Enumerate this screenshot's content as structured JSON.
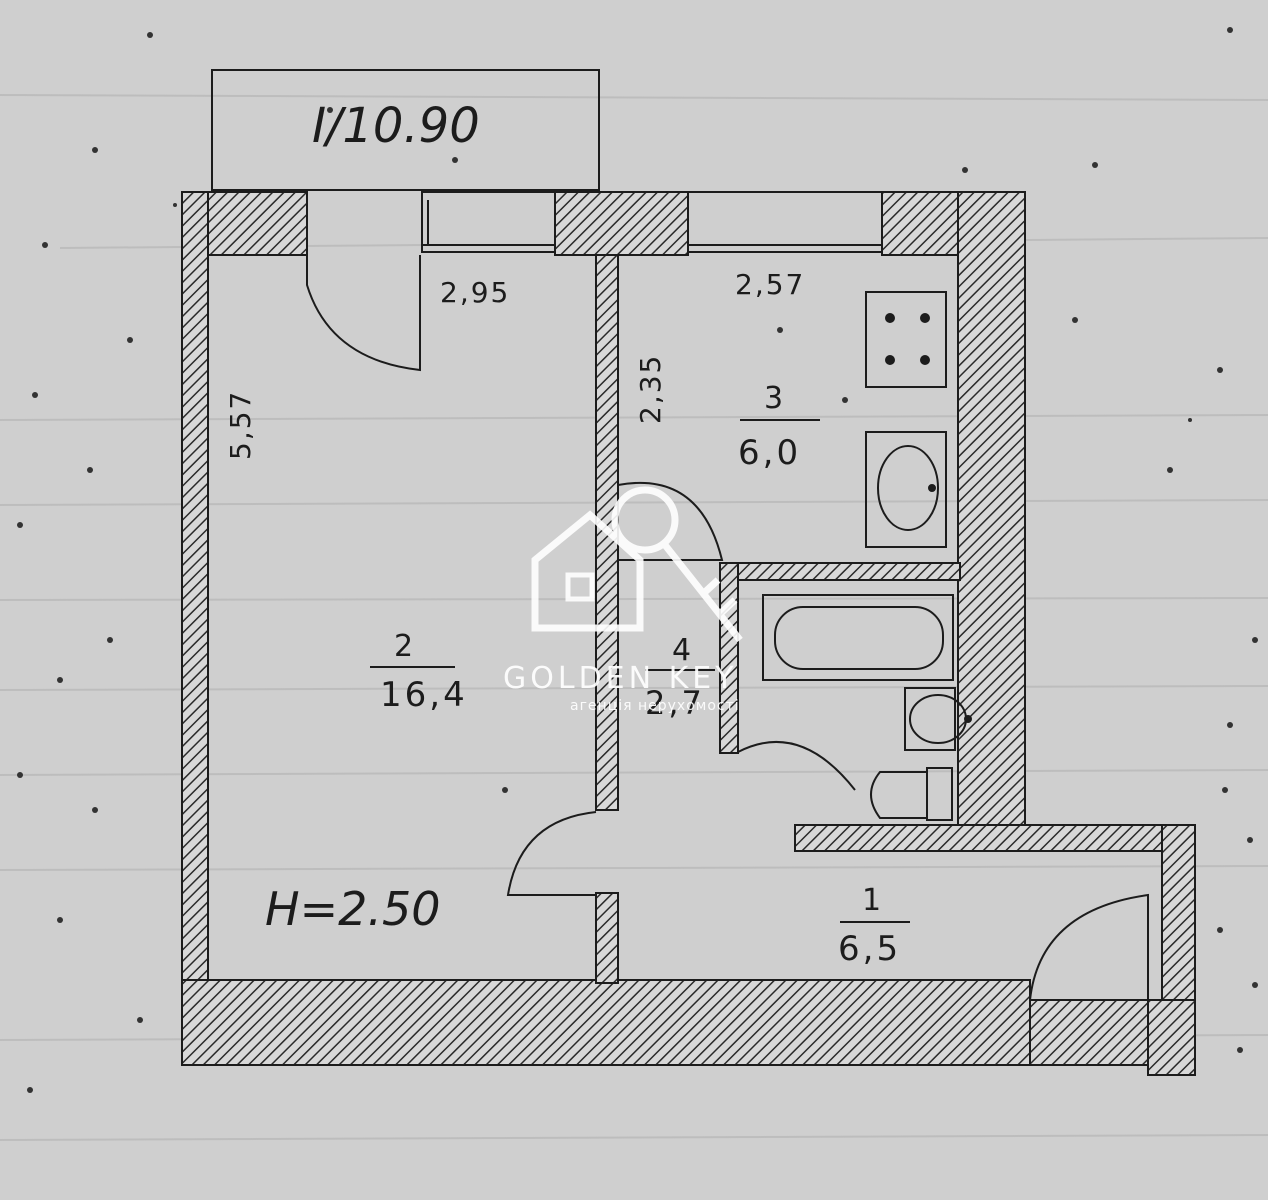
{
  "balcony_label": "I/10.90",
  "ceiling_height": "H=2.50",
  "dimensions": {
    "room2_width": "2,95",
    "room2_length": "5,57",
    "kitchen_width": "2,57",
    "kitchen_length": "2,35"
  },
  "rooms": [
    {
      "number": "1",
      "area": "6,5"
    },
    {
      "number": "2",
      "area": "16,4"
    },
    {
      "number": "3",
      "area": "6,0"
    },
    {
      "number": "4",
      "area": "2,7"
    }
  ],
  "watermark": {
    "brand": "GOLDEN KEY",
    "tagline": "агенція нерухомості"
  },
  "colors": {
    "paper": "#cfcfcf",
    "line": "#1c1c1c",
    "watermark": "#ffffff"
  }
}
